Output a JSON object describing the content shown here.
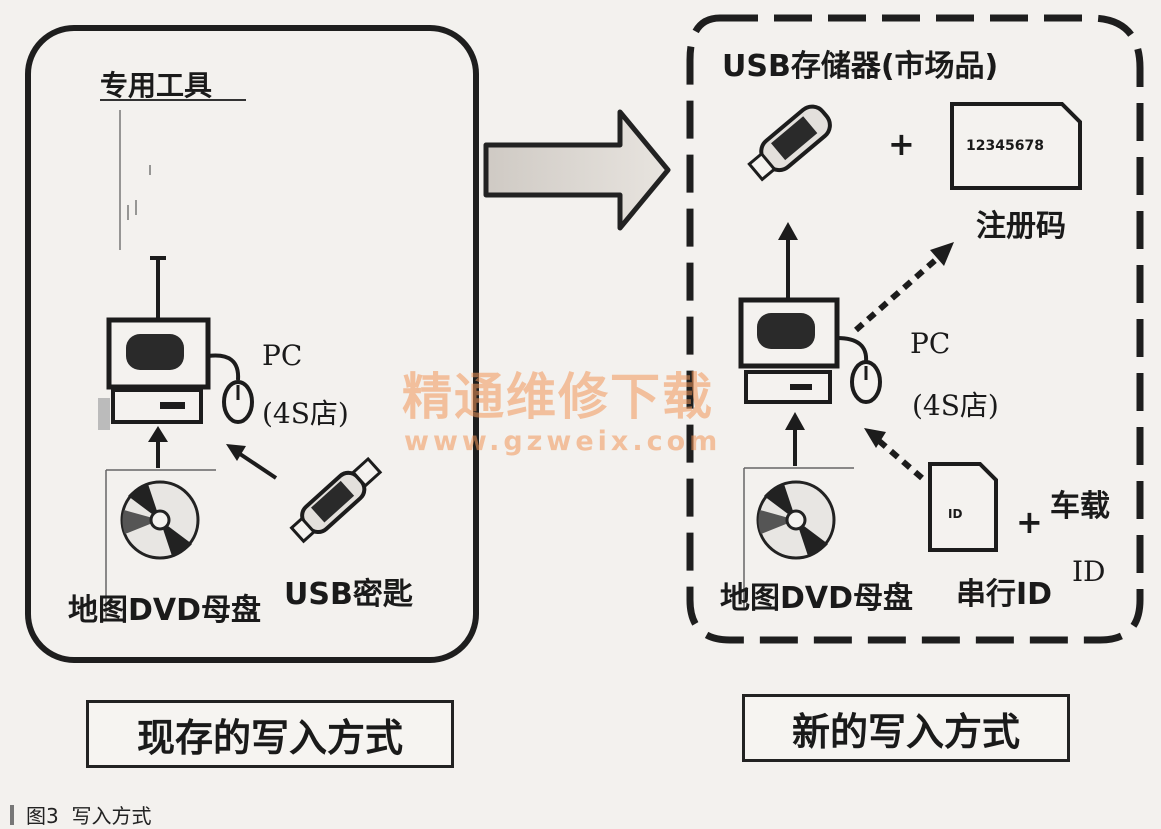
{
  "left_panel": {
    "tool_label": "专用工具",
    "pc_label": "PC",
    "shop_label": "(4S店)",
    "usb_key_label": "USB密匙",
    "dvd_label": "地图DVD母盘"
  },
  "right_panel": {
    "usb_storage_label": "USB存储器(市场品)",
    "plus_top": "+",
    "reg_code_value": "12345678",
    "reg_code_label": "注册码",
    "pc_label": "PC",
    "shop_label": "(4S店)",
    "id_card_text": "ID",
    "plus_bottom": "+",
    "vehicle_label": "车载",
    "vehicle_id_label": "ID",
    "serial_id_label": "串行ID",
    "dvd_label": "地图DVD母盘"
  },
  "captions": {
    "left": "现存的写入方式",
    "right": "新的写入方式"
  },
  "watermark": {
    "title": "精通维修下载",
    "url": "www.gzweix.com"
  },
  "figure_caption": "图3  写入方式"
}
